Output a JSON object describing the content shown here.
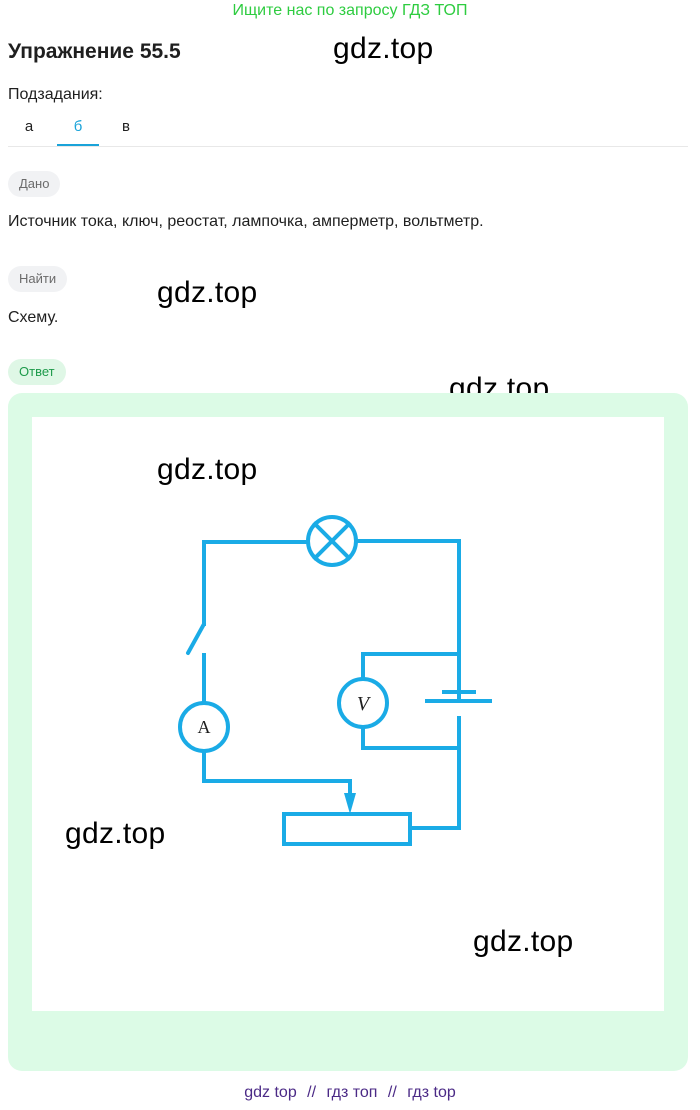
{
  "promo": "Ищите нас по запросу ГДЗ ТОП",
  "title": "Упражнение 55.5",
  "watermark": "gdz.top",
  "subtasks": {
    "label": "Подзадания:",
    "tabs": [
      {
        "label": "а"
      },
      {
        "label": "б"
      },
      {
        "label": "в"
      }
    ],
    "active_tab": "б"
  },
  "given": {
    "tag": "Дано",
    "text": "Источник тока, ключ, реостат, лампочка, амперметр, вольтметр."
  },
  "find": {
    "tag": "Найти",
    "text": "Схему."
  },
  "answer": {
    "tag": "Ответ",
    "diagram": {
      "stroke_color": "#1aabe6",
      "ammeter_label": "A",
      "voltmeter_label": "V"
    }
  },
  "footer": {
    "links": [
      "gdz top",
      "гдз топ",
      "гдз top"
    ],
    "separator": "//"
  },
  "colors": {
    "promo": "#2ecc40",
    "accent": "#1aa3d9",
    "answer_bg": "#dcfbe6",
    "answer_tag": "#1d9a4a",
    "footer": "#4b2a86"
  }
}
